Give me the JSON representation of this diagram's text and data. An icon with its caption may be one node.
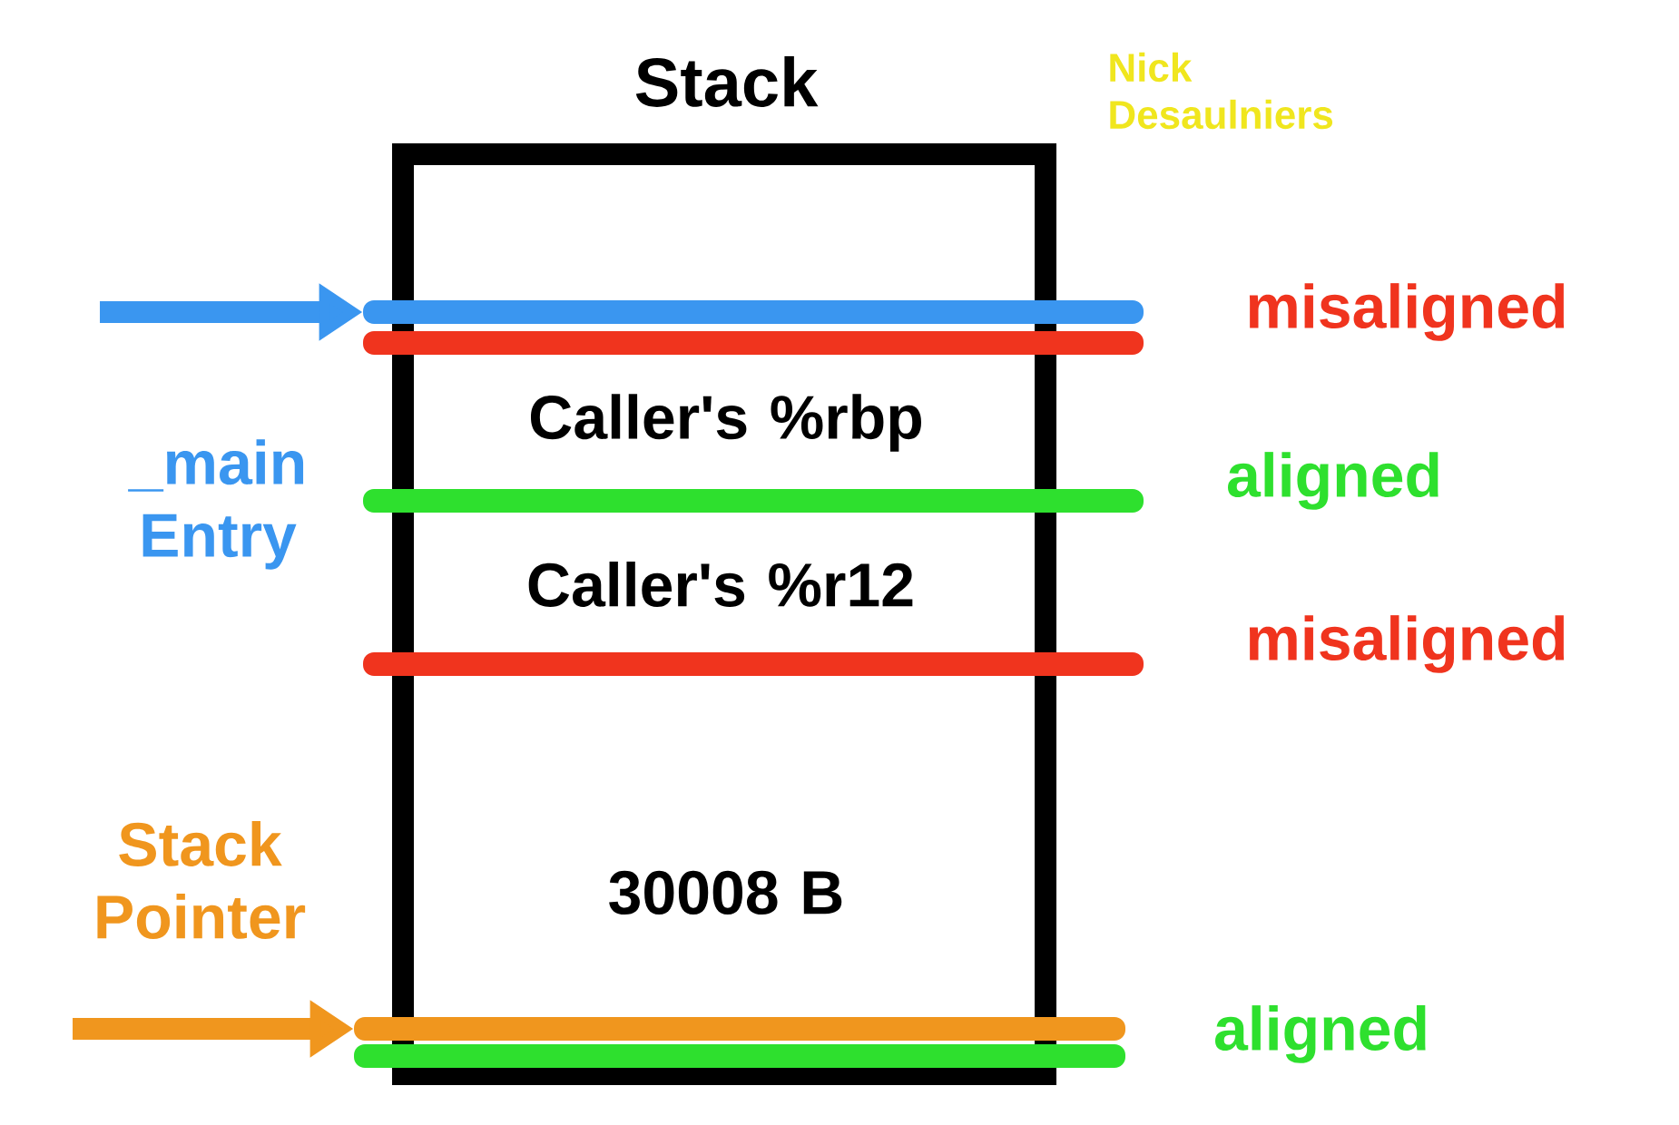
{
  "diagram": {
    "nodes": [
      {
        "text": [
          "Stack"
        ]
      },
      {
        "text": [],
        "shape": "bar"
      },
      {
        "text": [],
        "shape": "bar"
      },
      {
        "text": [],
        "shape": "bar"
      },
      {
        "text": [],
        "shape": "bar"
      },
      {
        "text": [],
        "shape": "bar"
      },
      {
        "text": [],
        "shape": "bar"
      }
    ],
    "edges": [
      {
        "from": null,
        "to": 1,
        "arrow": "to",
        "color": "#3a96f0"
      },
      {
        "from": null,
        "to": 5,
        "arrow": "to",
        "color": "#f0961e"
      }
    ],
    "labels": [
      "Nick Desaulniers",
      "misaligned",
      "Caller's %rbp",
      "_main Entry",
      "aligned",
      "Caller's %r12",
      "misaligned",
      "Stack Pointer",
      "30008 B",
      "aligned"
    ]
  }
}
